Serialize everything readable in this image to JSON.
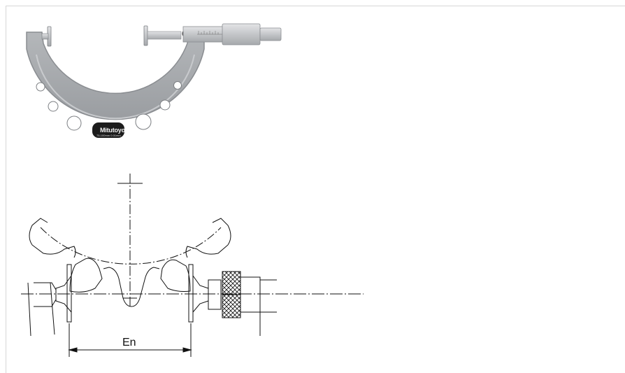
{
  "photo": {
    "brand": "Mitutoyo",
    "spec": "75-100mm  0.01mm"
  },
  "diagram": {
    "dimension_label": "En"
  },
  "colors": {
    "frame_gray": "#a9acaf",
    "frame_dark": "#7f8286",
    "steel": "#c9cbcd",
    "line": "#111111"
  },
  "icons": [
    "disc-micrometer-photo",
    "gear-tooth-measurement-diagram"
  ]
}
